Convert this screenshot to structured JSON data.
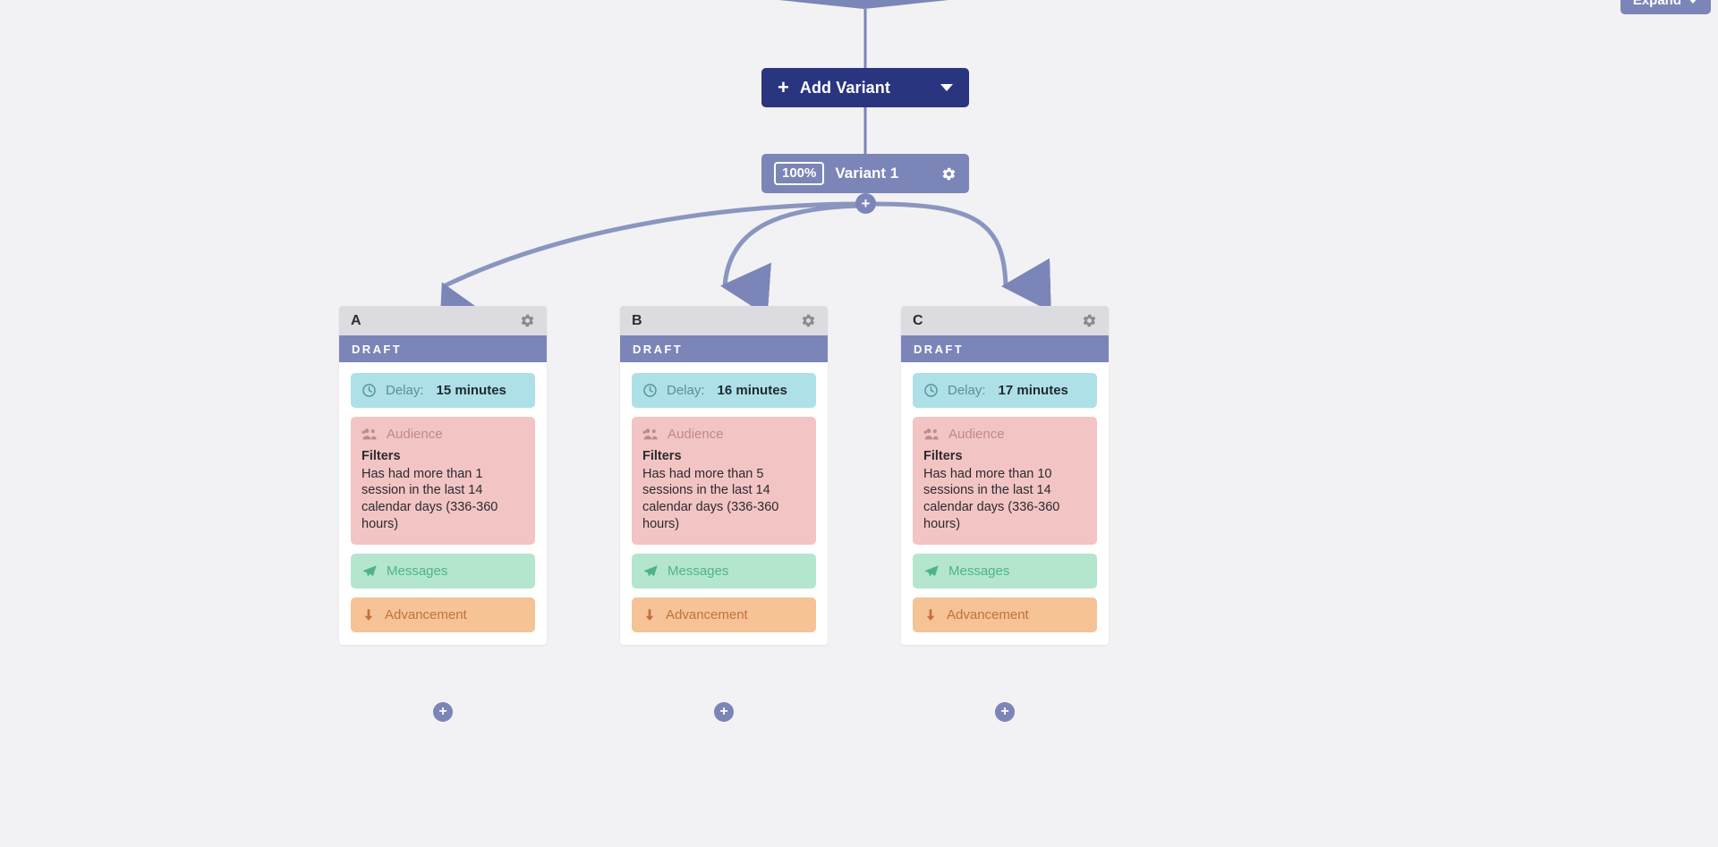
{
  "colors": {
    "canvas_background": "#f2f2f4",
    "accent_purple": "#7b85b8",
    "primary_dark_blue": "#2a3580",
    "card_header_grey": "#dcdce0",
    "delay_teal": "#aee0e8",
    "audience_pink": "#f3c4c4",
    "messages_green": "#b3e6cd",
    "advancement_orange": "#f5c396",
    "card_white": "#ffffff"
  },
  "toolbar": {
    "expand_label": "Expand",
    "expand_icon": "chevron-down-icon"
  },
  "add_variant": {
    "label": "Add Variant",
    "plus_icon": "plus-icon",
    "caret_icon": "chevron-down-icon"
  },
  "variant": {
    "percent": "100%",
    "name": "Variant 1",
    "gear_icon": "gear-icon"
  },
  "branch_node": {
    "plus_icon": "plus-icon",
    "label": "+"
  },
  "row_labels": {
    "delay": "Delay:",
    "audience": "Audience",
    "filters_title": "Filters",
    "messages": "Messages",
    "advancement": "Advancement"
  },
  "icons": {
    "clock": "clock-icon",
    "audience": "people-group-icon",
    "messages": "paper-plane-icon",
    "advancement": "arrow-down-icon",
    "gear": "gear-icon",
    "plus": "plus-icon"
  },
  "cards": [
    {
      "letter": "A",
      "status": "DRAFT",
      "delay_value": "15 minutes",
      "filters_text": "Has had more than 1 session in the last 14 calendar days (336-360 hours)",
      "add_step_label": "+"
    },
    {
      "letter": "B",
      "status": "DRAFT",
      "delay_value": "16 minutes",
      "filters_text": "Has had more than 5 sessions in the last 14 calendar days (336-360 hours)",
      "add_step_label": "+"
    },
    {
      "letter": "C",
      "status": "DRAFT",
      "delay_value": "17 minutes",
      "filters_text": "Has had more than 10 sessions in the last 14 calendar days (336-360 hours)",
      "add_step_label": "+"
    }
  ]
}
